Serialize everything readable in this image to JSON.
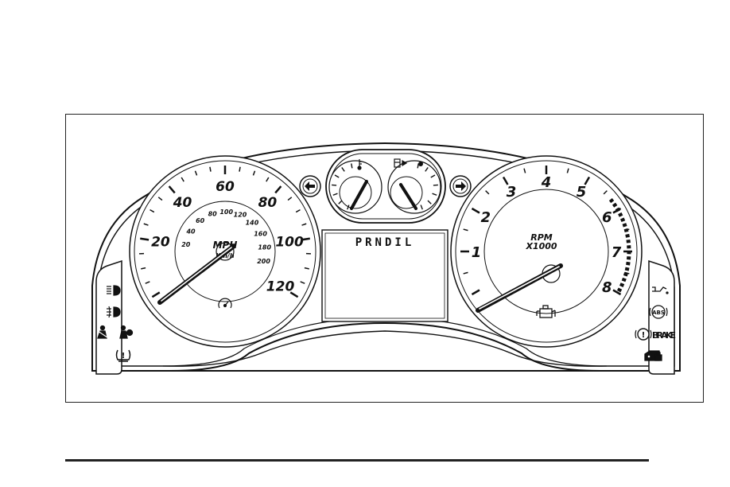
{
  "speedometer": {
    "mph_labels": [
      "20",
      "40",
      "60",
      "80",
      "100",
      "120"
    ],
    "kmh_labels": [
      "20",
      "40",
      "60",
      "80",
      "100",
      "120",
      "140",
      "160",
      "180",
      "200"
    ],
    "unit_primary": "MPH",
    "unit_secondary": "Km/h"
  },
  "tachometer": {
    "labels": [
      "1",
      "2",
      "3",
      "4",
      "5",
      "6",
      "7",
      "8"
    ],
    "unit_line1": "RPM",
    "unit_line2": "X1000"
  },
  "gear_indicator": {
    "text": "PRNDIL"
  },
  "warning_lights": {
    "brake_label": "BRAKE",
    "abs_label": "ABS",
    "pressure_symbol": "!"
  },
  "colors": {
    "line": "#111111",
    "background": "#ffffff"
  },
  "icons": [
    "turn-signal-left-icon",
    "turn-signal-right-icon",
    "temperature-icon",
    "fuel-icon",
    "headlamp-icon",
    "fog-lamp-icon",
    "seatbelt-icon",
    "airbag-icon",
    "tire-pressure-icon",
    "oil-pressure-icon",
    "abs-icon",
    "brake-warning-icon",
    "security-icon",
    "check-engine-icon",
    "cruise-icon"
  ]
}
